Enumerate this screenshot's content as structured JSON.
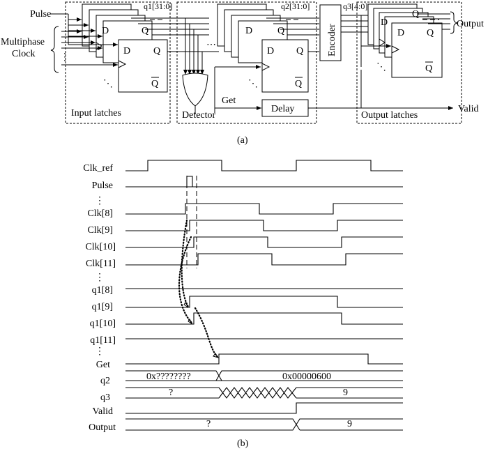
{
  "panel_a": {
    "label": "(a)",
    "signals": {
      "pulse": "Pulse",
      "multiphase_line1": "Multiphase",
      "multiphase_line2": "Clock",
      "q1": "q1[31:0]",
      "q2": "q2[31:0]",
      "q3": "q3[4:0]",
      "get": "Get",
      "output": "Output",
      "valid": "Valid"
    },
    "blocks": {
      "input_latches": "Input latches",
      "detector": "Detector",
      "delay": "Delay",
      "encoder": "Encoder",
      "output_latches": "Output latches"
    },
    "pins": {
      "d": "D",
      "q": "Q",
      "qbar": "Q"
    }
  },
  "panel_b": {
    "label": "(b)",
    "rows": [
      "Clk_ref",
      "Pulse",
      "⋮",
      "Clk[8]",
      "Clk[9]",
      "Clk[10]",
      "Clk[11]",
      "⋮",
      "q1[8]",
      "q1[9]",
      "q1[10]",
      "q1[11]",
      "⋮",
      "Get",
      "q2",
      "q3",
      "Valid",
      "Output"
    ],
    "bus_values": {
      "q2_before": "0x????????",
      "q2_after": "0x00000600",
      "q3_before": "?",
      "q3_after": "9",
      "output_before": "?",
      "output_after": "9"
    }
  }
}
